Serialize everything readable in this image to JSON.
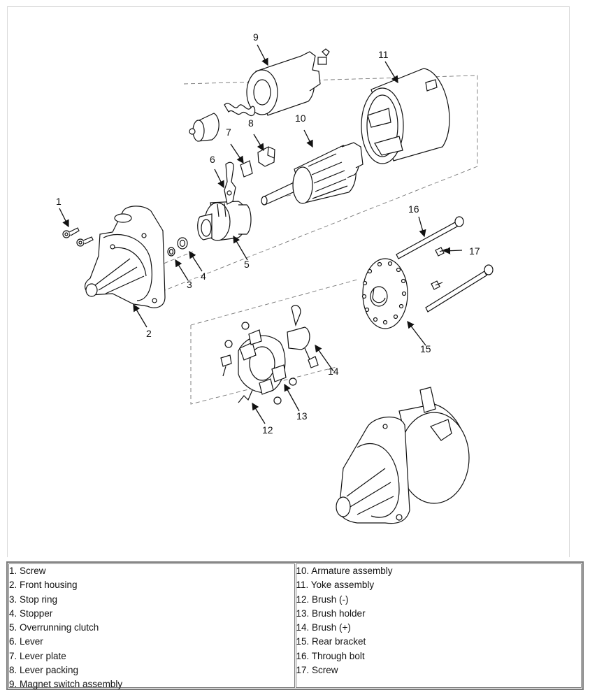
{
  "callouts": [
    "1",
    "2",
    "3",
    "4",
    "5",
    "6",
    "7",
    "8",
    "9",
    "10",
    "11",
    "12",
    "13",
    "14",
    "15",
    "16",
    "17"
  ],
  "legend": {
    "left": [
      "1. Screw",
      "2. Front housing",
      "3. Stop ring",
      "4. Stopper",
      "5. Overrunning clutch",
      "6. Lever",
      "7. Lever plate",
      "8. Lever packing",
      "9. Magnet switch assembly"
    ],
    "right": [
      "10. Armature assembly",
      "11. Yoke assembly",
      "12. Brush (-)",
      "13. Brush holder",
      "14. Brush (+)",
      "15. Rear bracket",
      "16. Through bolt",
      "17. Screw"
    ]
  }
}
